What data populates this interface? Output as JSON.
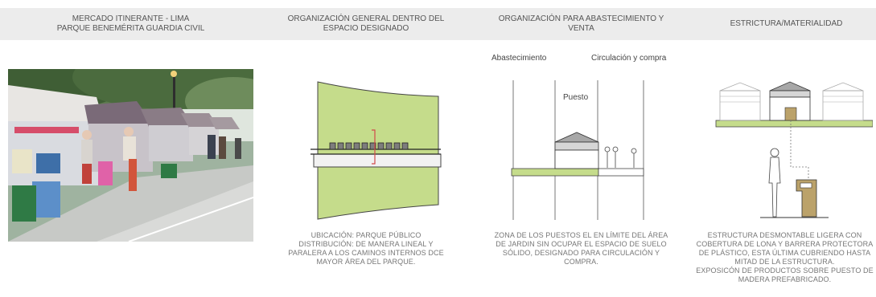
{
  "columns": [
    {
      "title_lines": [
        "MERCADO ITINERANTE - LIMA",
        "PARQUE BENEMÉRITA GUARDIA CIVIL"
      ]
    },
    {
      "title_lines": [
        "ORGANIZACIÓN GENERAL DENTRO DEL",
        "ESPACIO DESIGNADO"
      ],
      "caption_lines": [
        "UBICACIÓN: PARQUE PÚBLICO",
        "DISTRIBUCIÓN: DE MANERA LINEAL Y",
        "PARALERA A LOS CAMINOS INTERNOS DCE",
        "MAYOR ÁREA DEL PARQUE."
      ]
    },
    {
      "title_lines": [
        "ORGANIZACIÓN PARA ABASTECIMIENTO Y",
        "VENTA"
      ],
      "labels": {
        "supply": "Abastecimiento",
        "circulation": "Circulación y compra",
        "stall": "Puesto"
      },
      "caption_lines": [
        "ZONA DE LOS PUESTOS EL EN LÍMITE DEL ÁREA",
        "DE JARDIN SIN OCUPAR EL ESPACIO DE SUELO",
        "SÓLIDO, DESIGNADO PARA CIRCULACIÓN Y",
        "COMPRA."
      ]
    },
    {
      "title_lines": [
        "ESTRICTURA/MATERIALIDAD"
      ],
      "caption_lines": [
        "ESTRUCTURA DESMONTABLE LIGERA CON",
        "COBERTURA DE LONA Y BARRERA PROTECTORA",
        "DE PLÁSTICO, ESTA ÚLTIMA CUBRIENDO HASTA",
        "MITAD DE LA ESTRUCTURA.",
        "EXPOSICÓN DE PRODUCTOS SOBRE PUESTO DE",
        "MADERA PREFABRICADO."
      ]
    }
  ],
  "colors": {
    "header_bg": "#ececec",
    "garden_green": "#c5dc8b",
    "roof_gray": "#a7a7a7",
    "wood": "#bba26a",
    "accent_red": "#d24a4a"
  },
  "icons": {
    "photo": "market-photo",
    "plan": "plan-diagram",
    "section": "section-diagram",
    "structure": "structure-diagram"
  }
}
